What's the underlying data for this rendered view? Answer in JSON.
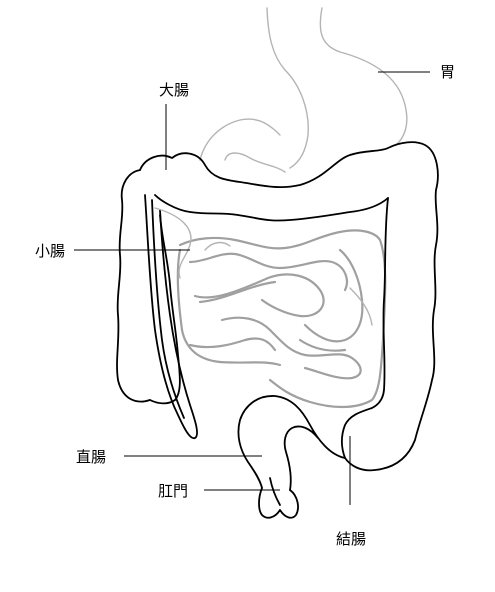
{
  "labels": {
    "stomach": "胃",
    "large_intestine": "大腸",
    "small_intestine": "小腸",
    "rectum": "直腸",
    "anus": "肛門",
    "colon": "結腸"
  },
  "colors": {
    "outline": "#000000",
    "secondary_outline": "#a0a0a0",
    "background": "#ffffff"
  }
}
